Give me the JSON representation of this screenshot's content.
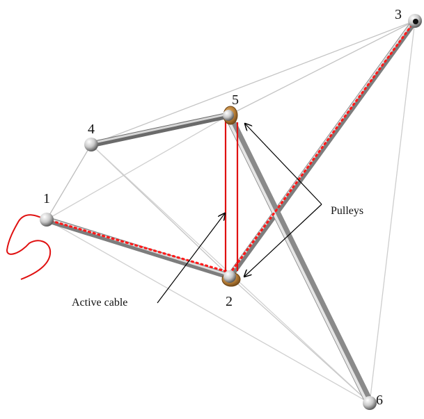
{
  "nodes": [
    {
      "id": "1",
      "label": "1"
    },
    {
      "id": "2",
      "label": "2"
    },
    {
      "id": "3",
      "label": "3"
    },
    {
      "id": "4",
      "label": "4"
    },
    {
      "id": "5",
      "label": "5"
    },
    {
      "id": "6",
      "label": "6"
    }
  ],
  "struts": [
    {
      "from": "1",
      "to": "2"
    },
    {
      "from": "2",
      "to": "3"
    },
    {
      "from": "4",
      "to": "5"
    },
    {
      "from": "5",
      "to": "6"
    }
  ],
  "cables": [
    {
      "from": "1",
      "to": "4"
    },
    {
      "from": "1",
      "to": "5"
    },
    {
      "from": "1",
      "to": "6"
    },
    {
      "from": "4",
      "to": "3"
    },
    {
      "from": "4",
      "to": "2"
    },
    {
      "from": "4",
      "to": "6"
    },
    {
      "from": "5",
      "to": "3"
    },
    {
      "from": "2",
      "to": "6"
    },
    {
      "from": "3",
      "to": "6"
    }
  ],
  "annotations": {
    "active_cable": "Active cable",
    "pulleys": "Pulleys"
  },
  "colors": {
    "strut": "#9a9a9a",
    "strut_highlight": "#e6e6e6",
    "cable": "#c4c4c4",
    "active_cable": "#e01010",
    "pulley": "#b07a3a",
    "node": "#cfcfcf",
    "arrow": "#000000"
  }
}
